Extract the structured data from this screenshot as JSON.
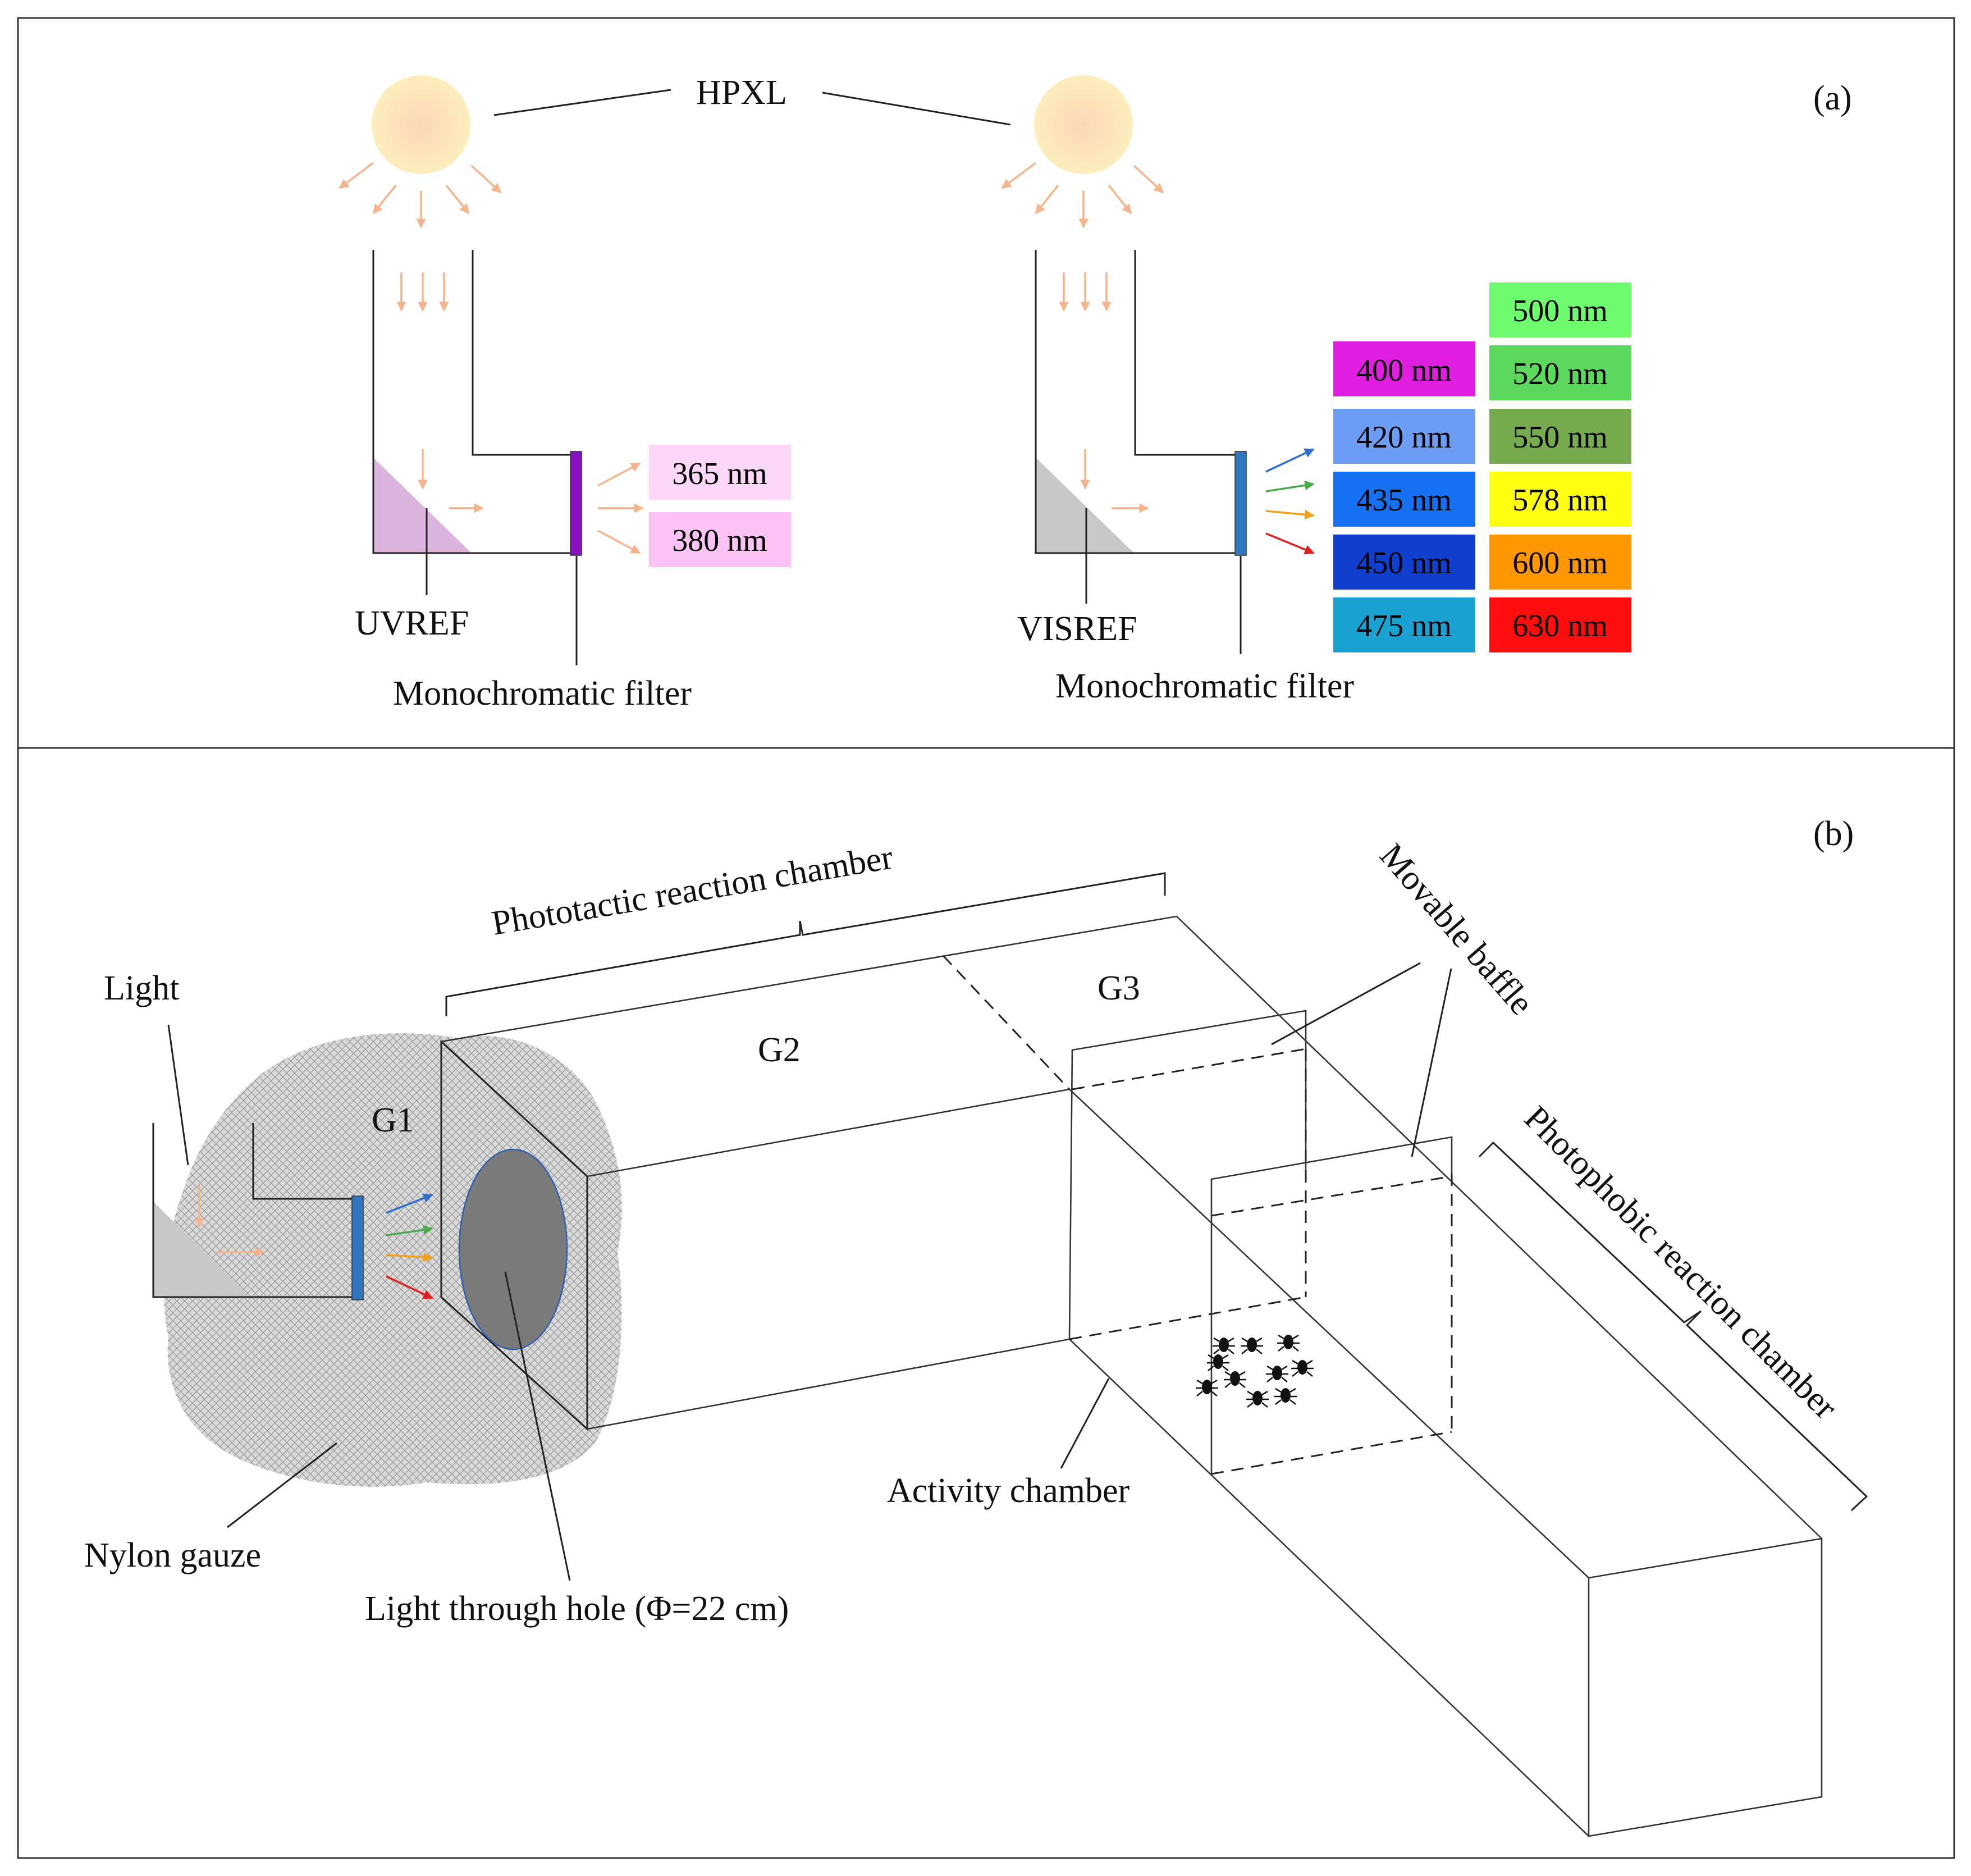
{
  "panel_a": {
    "tag": "(a)",
    "lamp_label": "HPXL",
    "left_unit": {
      "reflector_label": "UVREF",
      "filter_label": "Monochromatic filter",
      "filter_color": "#8a10c4",
      "reflector_color": "#dbb5dd",
      "swatches": [
        {
          "label": "365 nm",
          "color": "#fdd7f7"
        },
        {
          "label": "380 nm",
          "color": "#fbc3f3"
        }
      ]
    },
    "right_unit": {
      "reflector_label": "VISREF",
      "filter_label": "Monochromatic filter",
      "filter_color": "#2f78c0",
      "reflector_color": "#c8c8c8",
      "swatches_col1": [
        {
          "label": "400 nm",
          "color": "#e01ee0"
        },
        {
          "label": "420 nm",
          "color": "#6d9df4"
        },
        {
          "label": "435 nm",
          "color": "#1670f2"
        },
        {
          "label": "450 nm",
          "color": "#0f3fcc"
        },
        {
          "label": "475 nm",
          "color": "#1aa3d2"
        }
      ],
      "swatches_col2": [
        {
          "label": "500 nm",
          "color": "#6dfc6d"
        },
        {
          "label": "520 nm",
          "color": "#5cd95c"
        },
        {
          "label": "550 nm",
          "color": "#76ac4e"
        },
        {
          "label": "578 nm",
          "color": "#ffff10"
        },
        {
          "label": "600 nm",
          "color": "#ff9800"
        },
        {
          "label": "630 nm",
          "color": "#ff0c0c"
        }
      ]
    }
  },
  "panel_b": {
    "tag": "(b)",
    "labels": {
      "light": "Light",
      "g1": "G1",
      "g2": "G2",
      "g3": "G3",
      "phototactic": "Phototactic reaction chamber",
      "movable_baffle": "Movable baffle",
      "photophobic": "Photophobic reaction chamber",
      "activity": "Activity chamber",
      "nylon": "Nylon gauze",
      "hole": "Light through hole (Φ=22 cm)"
    },
    "arrow_colors": [
      "#2f6fd0",
      "#4ca94c",
      "#f2a21a",
      "#e01e1e"
    ],
    "gauze_color": "#cfcfcf",
    "hole_color": "#7a7a7a",
    "filter_color": "#2f78c0"
  }
}
